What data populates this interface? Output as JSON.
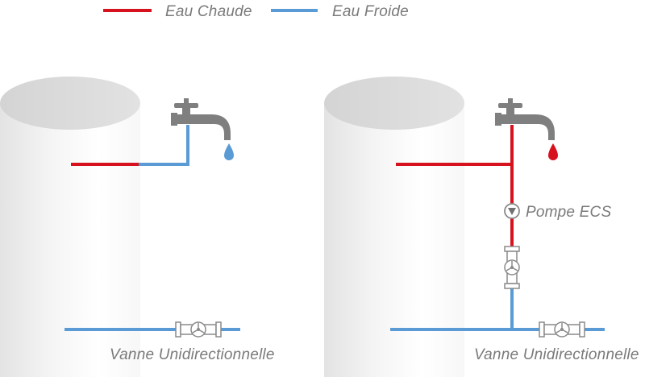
{
  "legend": {
    "hot_label": "Eau Chaude",
    "cold_label": "Eau Froide"
  },
  "colors": {
    "hot": "#d7121f",
    "cold": "#5b9bd5",
    "faucet": "#7f7f7f",
    "tank": "#ececec",
    "label": "#7a7a7a"
  },
  "left_system": {
    "valve_label": "Vanne Unidirectionnelle",
    "faucet_drop": "cold"
  },
  "right_system": {
    "pump_label": "Pompe ECS",
    "valve_label": "Vanne Unidirectionnelle",
    "faucet_drop": "hot"
  },
  "icons": [
    "faucet-icon",
    "water-drop-icon",
    "check-valve-icon",
    "pump-icon"
  ]
}
